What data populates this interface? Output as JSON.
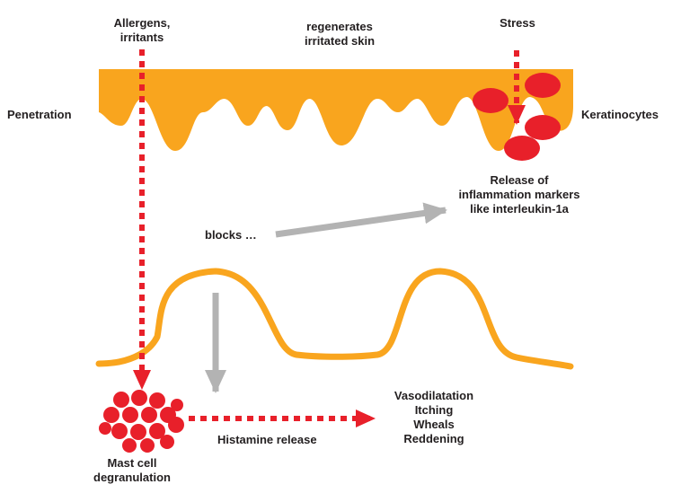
{
  "colors": {
    "skin": "#f9a51e",
    "red": "#e8202a",
    "gray": "#b3b3b3",
    "text": "#231f20"
  },
  "icons": {
    "mast_cell": "cluster-of-red-granules",
    "keratinocytes": "red-oval-cells",
    "dermis": "orange-wavy-line"
  },
  "labels": {
    "allergens": "Allergens,\nirritants",
    "regenerates": "regenerates\nirritated skin",
    "stress": "Stress",
    "penetration": "Penetration",
    "keratinocytes": "Keratinocytes",
    "release": "Release of\ninflammation markers\nlike interleukin-1a",
    "blocks": "blocks …",
    "histamine": "Histamine release",
    "symptoms": "Vasodilatation\nItching\nWheals\nReddening",
    "mast_cell": "Mast cell\ndegranulation"
  }
}
